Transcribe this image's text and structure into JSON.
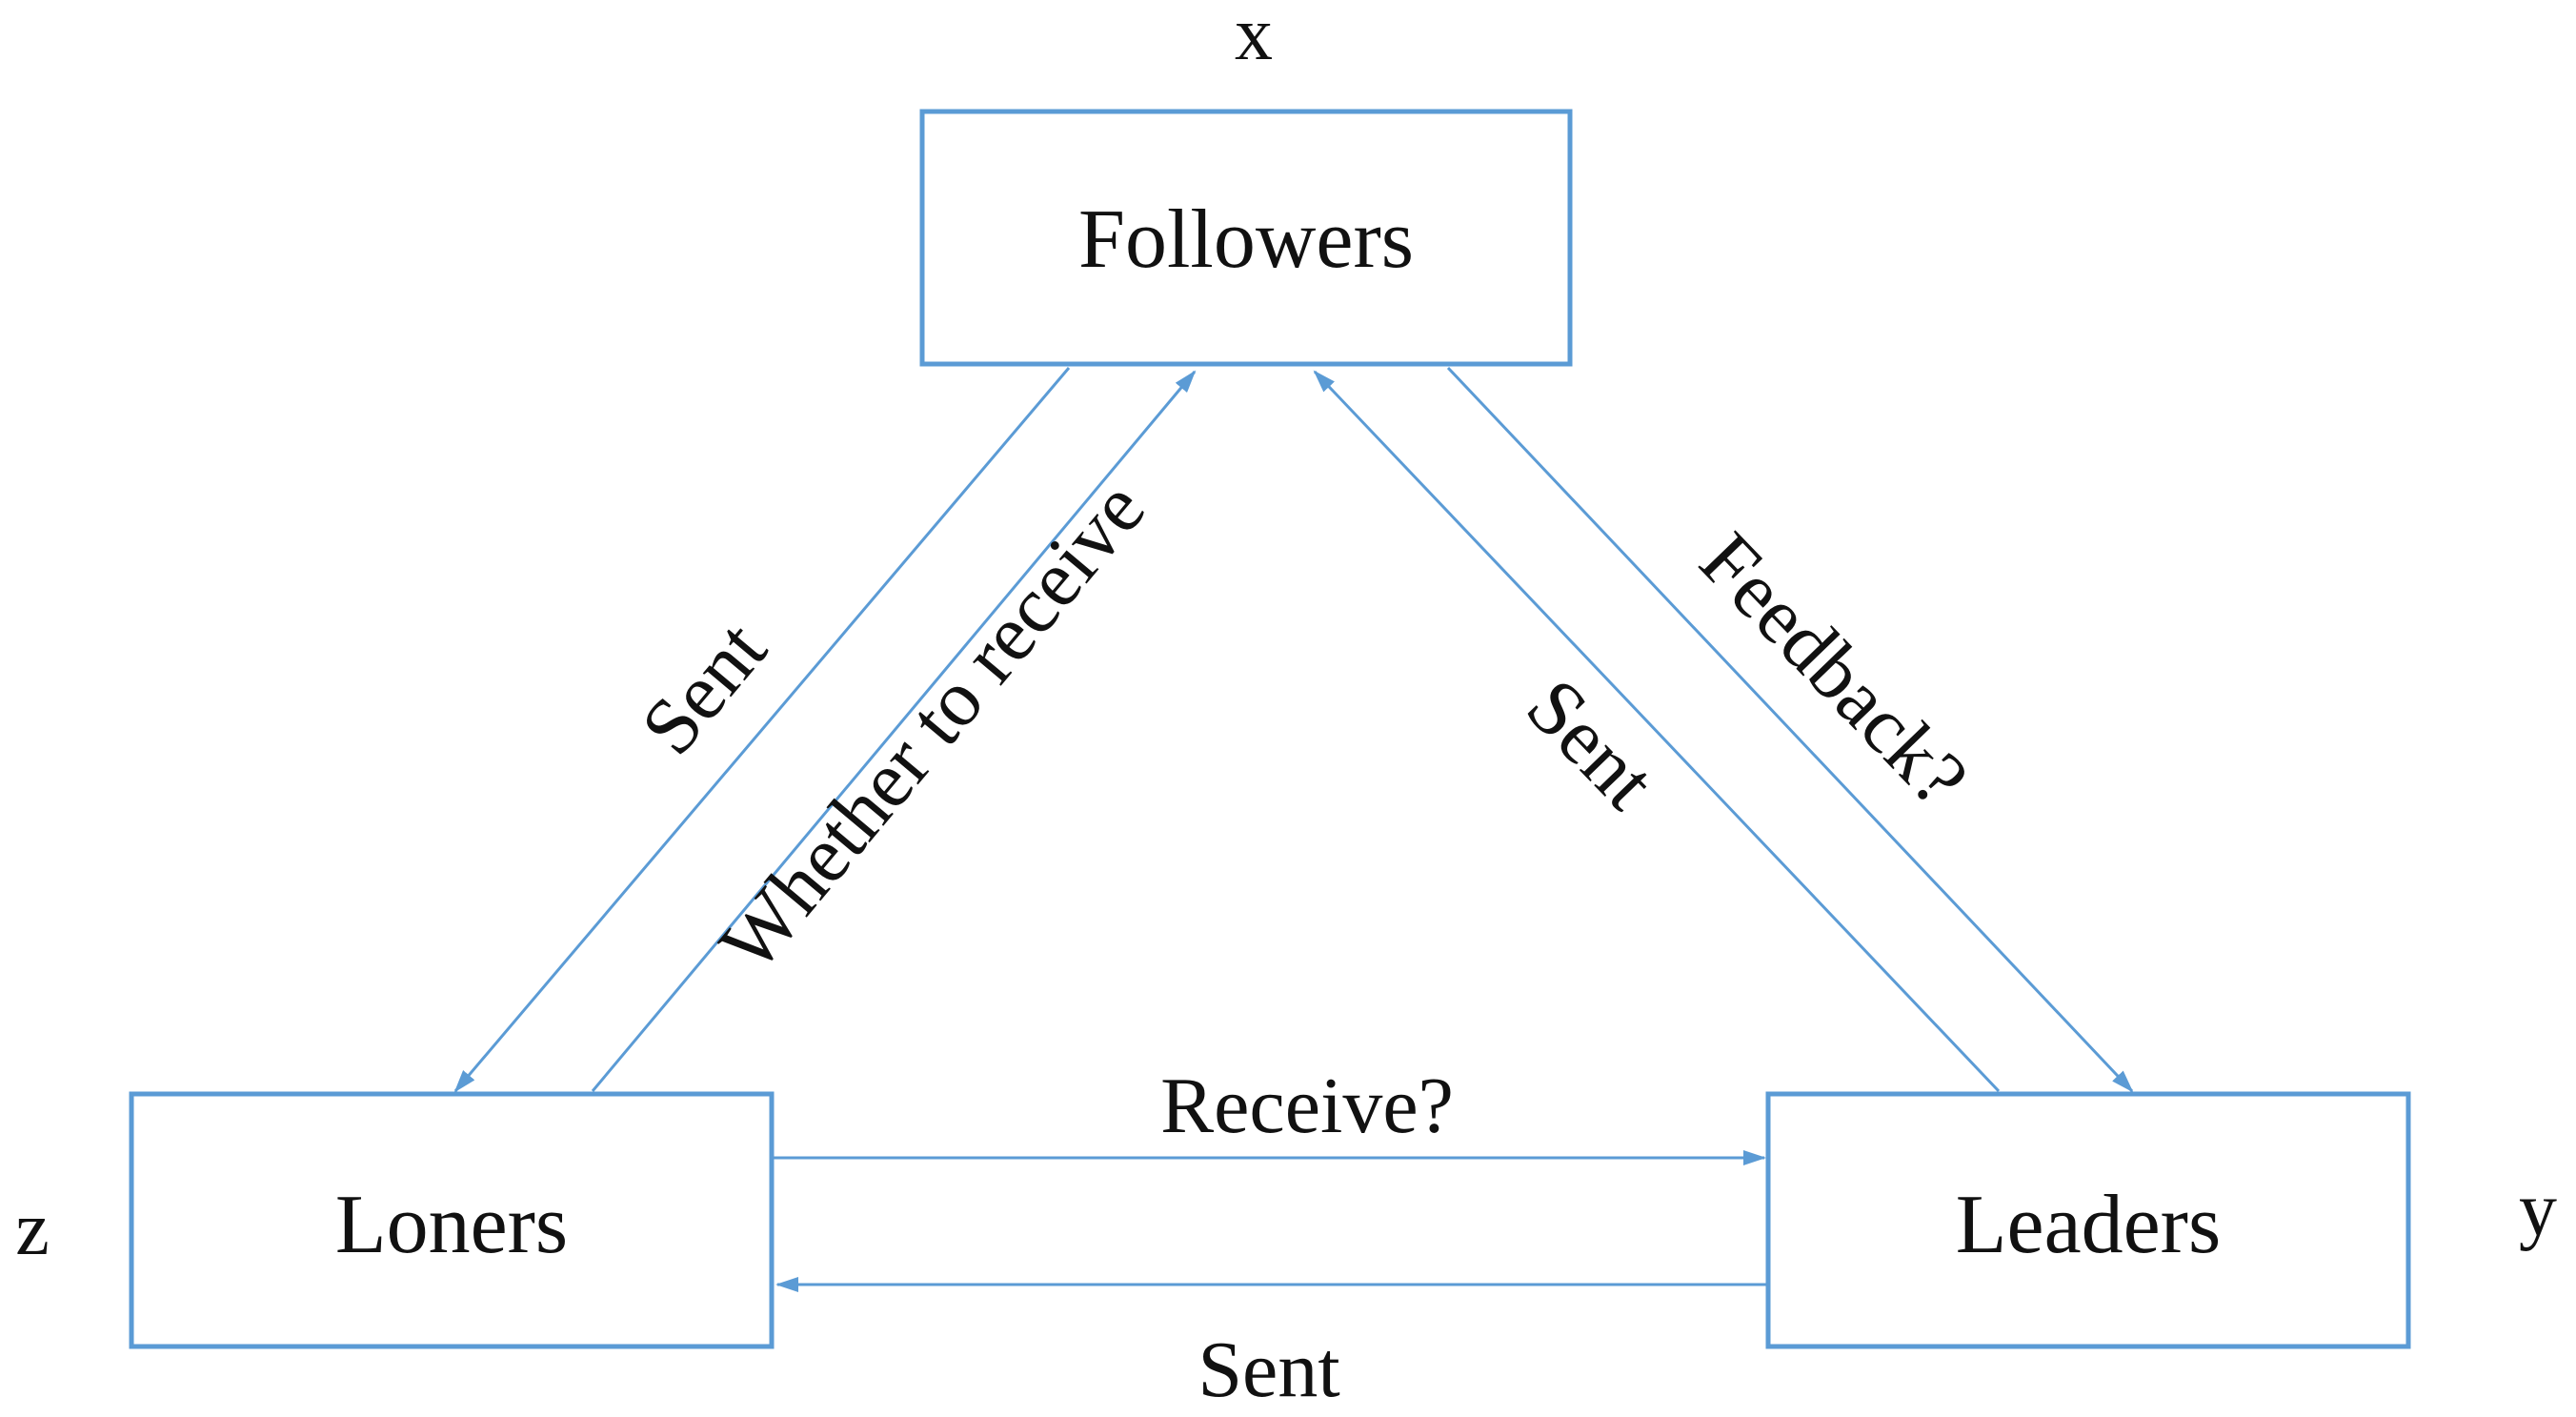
{
  "colors": {
    "accent": "#5B9BD5",
    "text": "#111111",
    "background": "#ffffff"
  },
  "variables": {
    "x": "x",
    "y": "y",
    "z": "z"
  },
  "nodes": {
    "followers": "Followers",
    "loners": "Loners",
    "leaders": "Leaders"
  },
  "edges": {
    "followers_to_loners": "Sent",
    "loners_to_followers": "Whether to receive",
    "leaders_to_followers": "Sent",
    "followers_to_leaders": "Feedback?",
    "loners_to_leaders": "Receive?",
    "leaders_to_loners": "Sent"
  }
}
